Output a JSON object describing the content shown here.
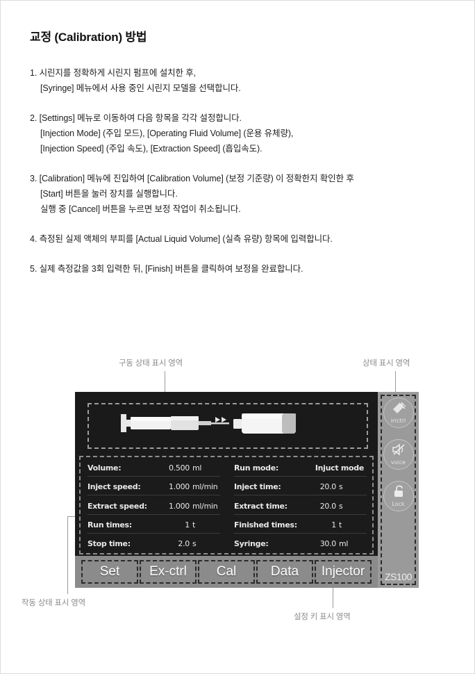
{
  "document": {
    "title": "교정 (Calibration) 방법",
    "steps": [
      {
        "lines": [
          "1. 시린지를 정확하게 시린지 펌프에 설치한 후,",
          "[Syringe] 메뉴에서 사용 중인 시린지 모델을 선택합니다."
        ]
      },
      {
        "lines": [
          "2. [Settings] 메뉴로 이동하여 다음 항목을 각각 설정합니다.",
          "[Injection Mode] (주입 모드), [Operating Fluid Volume] (운용 유체량),",
          "[Injection Speed] (주입 속도), [Extraction Speed] (흡입속도)."
        ]
      },
      {
        "lines": [
          "3. [Calibration] 메뉴에 진입하여 [Calibration Volume] (보정 기준량) 이 정확한지 확인한 후",
          "[Start] 버튼을 눌러 장치를 실행합니다.",
          "실행 중 [Cancel] 버튼을 누르면 보정 작업이 취소됩니다."
        ]
      },
      {
        "lines": [
          "4. 측정된 실제 액체의 부피를 [Actual Liquid Volume] (실측 유량) 항목에 입력합니다."
        ]
      },
      {
        "lines": [
          "5. 실제 측정값을 3회 입력한 뒤, [Finish] 버튼을 클릭하여 보정을 완료합니다."
        ]
      }
    ]
  },
  "annotations": {
    "drive_status": "구동 상태 표시 영역",
    "status_display": "상태 표시 영역",
    "operation_status": "작동 상태 표시 영역",
    "setting_keys": "설정 키 표시 영역"
  },
  "device": {
    "model": "ZS100",
    "parameters_left": [
      {
        "key": "Volume:",
        "value": "0.500",
        "unit": "ml"
      },
      {
        "key": "Inject speed:",
        "value": "1.000",
        "unit": "ml/min"
      },
      {
        "key": "Extract speed:",
        "value": "1.000",
        "unit": "ml/min"
      },
      {
        "key": "Run times:",
        "value": "1",
        "unit": "t"
      },
      {
        "key": "Stop time:",
        "value": "2.0",
        "unit": "s"
      }
    ],
    "parameters_right": [
      {
        "key": "Run mode:",
        "value": "Injuct mode",
        "unit": ""
      },
      {
        "key": "Inject time:",
        "value": "20.0",
        "unit": "s"
      },
      {
        "key": "Extract time:",
        "value": "20.0",
        "unit": "s"
      },
      {
        "key": "Finished times:",
        "value": "1",
        "unit": "t"
      },
      {
        "key": "Syringe:",
        "value": "30.0",
        "unit": "ml"
      }
    ],
    "status_icons": [
      {
        "caption": "irrctrl",
        "icon": "remote-control-icon"
      },
      {
        "caption": "voice",
        "icon": "mute-speaker-icon"
      },
      {
        "caption": "Lock",
        "icon": "unlocked-padlock-icon"
      }
    ],
    "menu_buttons": [
      "Set",
      "Ex-ctrl",
      "Cal",
      "Data",
      "Injector"
    ]
  },
  "colors": {
    "screen_bg": "#1b1b1b",
    "menu_bar": "#8b8b8b",
    "sidebar": "#9a9a9a",
    "annotation_text": "#8c8c8c"
  }
}
